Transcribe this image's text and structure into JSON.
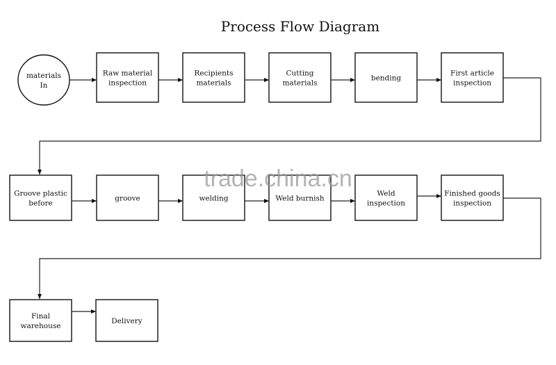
{
  "title": "Process Flow Diagram",
  "watermark": "trade.china.cn",
  "rows": [
    [
      {
        "lines": [
          "materials",
          "In"
        ],
        "shape": "circle"
      },
      {
        "lines": [
          "Raw material",
          "inspection"
        ]
      },
      {
        "lines": [
          "Recipients",
          "materials"
        ]
      },
      {
        "lines": [
          "Cutting",
          "materials"
        ]
      },
      {
        "lines": [
          "bending"
        ]
      },
      {
        "lines": [
          "First article",
          "inspection"
        ]
      }
    ],
    [
      {
        "lines": [
          "Groove plastic",
          "before"
        ]
      },
      {
        "lines": [
          "groove"
        ]
      },
      {
        "lines": [
          "welding"
        ]
      },
      {
        "lines": [
          "Weld burnish"
        ]
      },
      {
        "lines": [
          "Weld",
          "inspection"
        ]
      },
      {
        "lines": [
          "Finished goods",
          "inspection"
        ]
      }
    ],
    [
      {
        "lines": [
          "Final",
          "warehouse"
        ]
      },
      {
        "lines": [
          "Delivery"
        ]
      }
    ]
  ]
}
